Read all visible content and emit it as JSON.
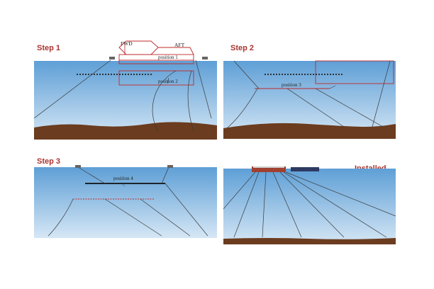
{
  "labels": {
    "step1": "Step 1",
    "step2": "Step 2",
    "step3": "Step 3",
    "installed": "Installed"
  },
  "annotations": {
    "fwd": "FWD",
    "aft": "AFT",
    "position1": "position 1",
    "position2": "position 2",
    "position3": "position 3",
    "position4": "position 4"
  },
  "colors": {
    "sky": "#ffffff",
    "sea_top": "#6aa9dc",
    "sea_bottom": "#cfe2f3",
    "seabed": "#6b3c1f",
    "red_outline": "#c0282a",
    "mooring_line": "#3a3a3a",
    "label_red": "#a8342f"
  }
}
